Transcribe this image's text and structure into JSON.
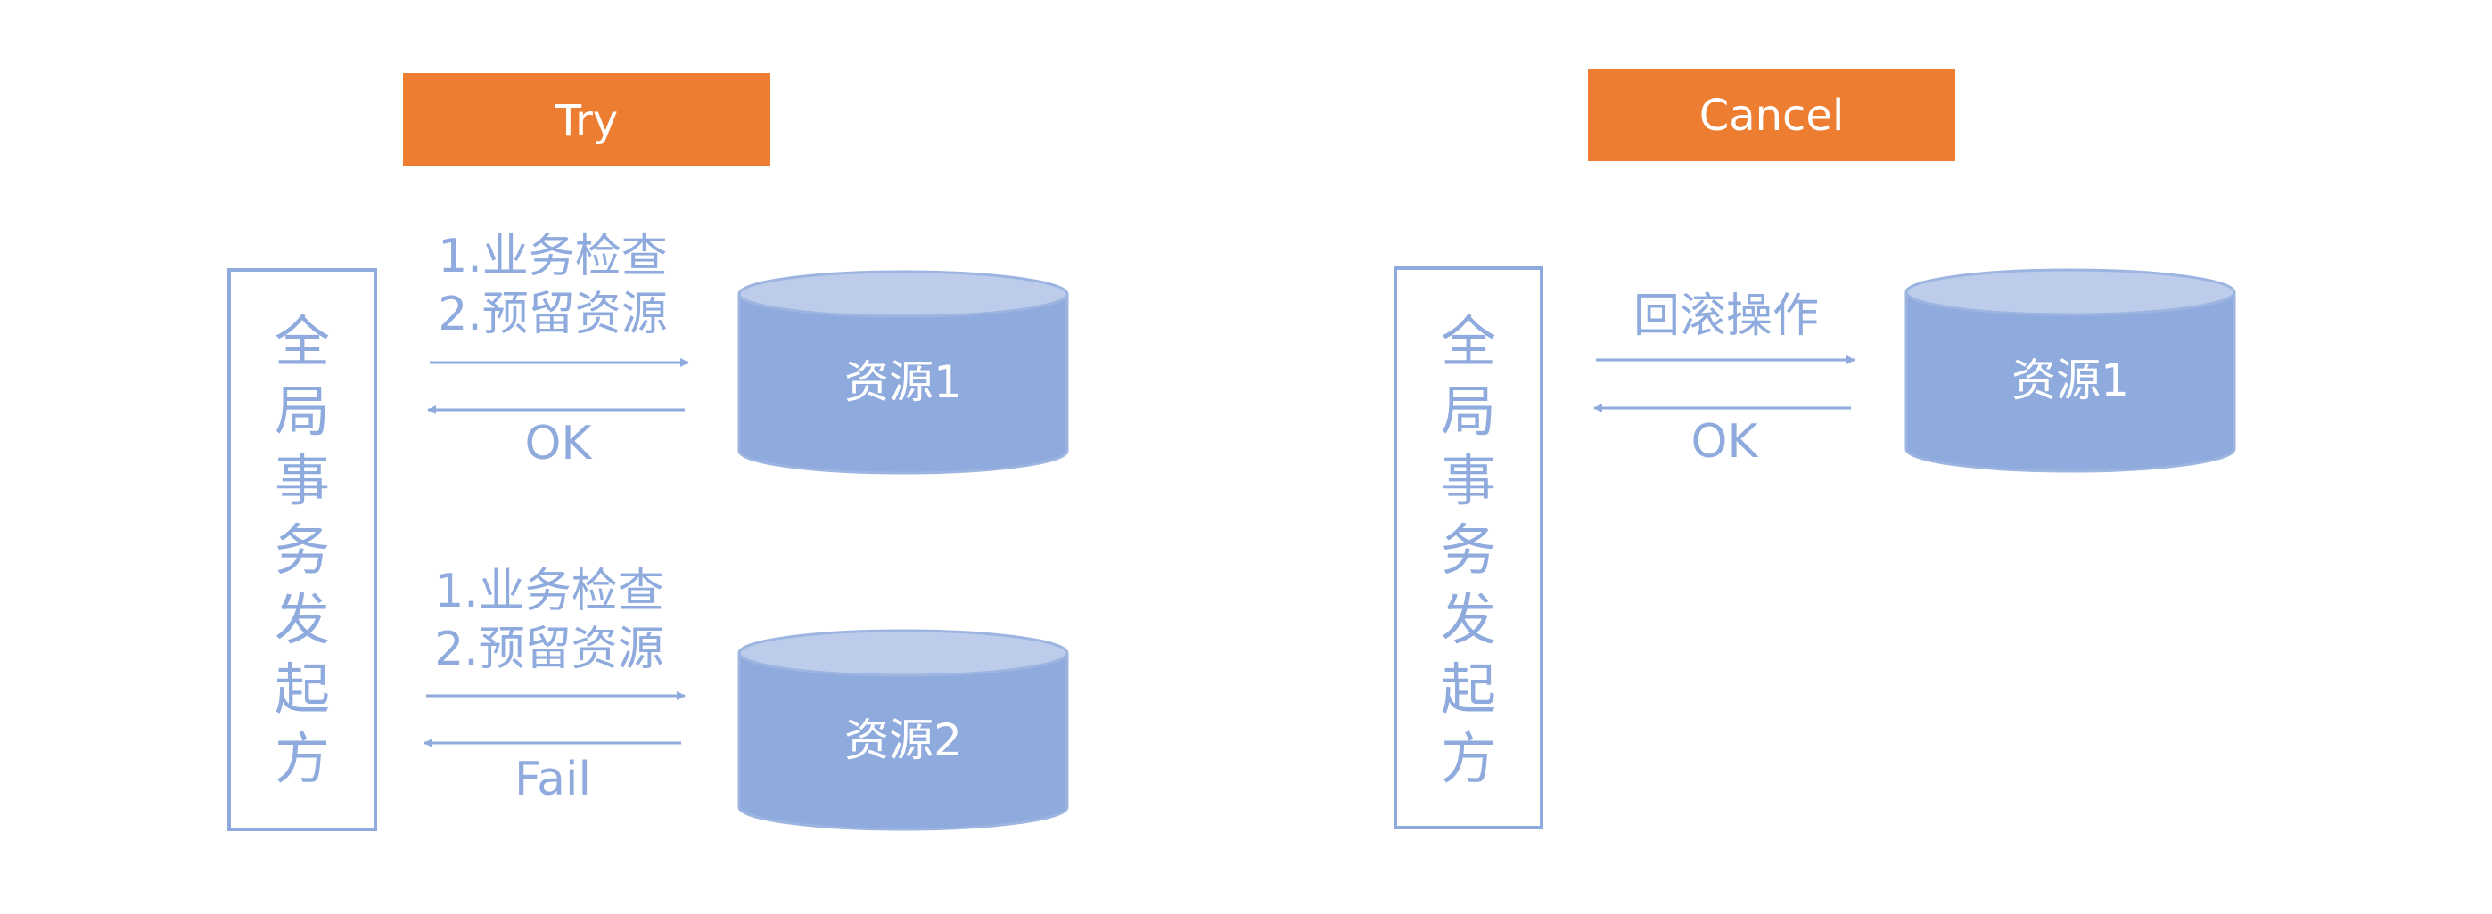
{
  "colors": {
    "header_fill": "#ed7d31",
    "line_blue": "#8faadc",
    "cylinder_body": "#8faadc",
    "cylinder_top": "#bdcceb",
    "cylinder_stroke": "#9cb4e0",
    "background": "#ffffff"
  },
  "try_panel": {
    "header": "Try",
    "initiator": [
      "全",
      "局",
      "事",
      "务",
      "发",
      "起",
      "方"
    ],
    "flows": [
      {
        "request_lines": [
          "1.业务检查",
          "2.预留资源"
        ],
        "response": "OK",
        "resource": "资源1"
      },
      {
        "request_lines": [
          "1.业务检查",
          "2.预留资源"
        ],
        "response": "Fail",
        "resource": "资源2"
      }
    ]
  },
  "cancel_panel": {
    "header": "Cancel",
    "initiator": [
      "全",
      "局",
      "事",
      "务",
      "发",
      "起",
      "方"
    ],
    "flows": [
      {
        "request_lines": [
          "回滚操作"
        ],
        "response": "OK",
        "resource": "资源1"
      }
    ]
  }
}
